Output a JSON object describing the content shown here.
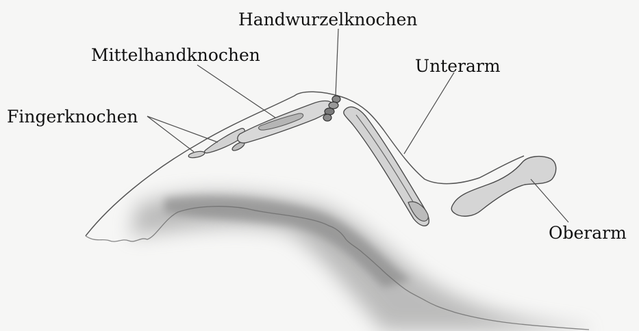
{
  "diagram": {
    "labels": {
      "handwurzelknochen": "Handwurzelknochen",
      "mittelhandknochen": "Mittelhandknochen",
      "unterarm": "Unterarm",
      "fingerknochen": "Fingerknochen",
      "oberarm": "Oberarm"
    }
  },
  "colors": {
    "paper": "#f6f6f5",
    "pencil": "#5a5a5a",
    "shading": "#9a9a9a",
    "label_text": "#111111"
  }
}
